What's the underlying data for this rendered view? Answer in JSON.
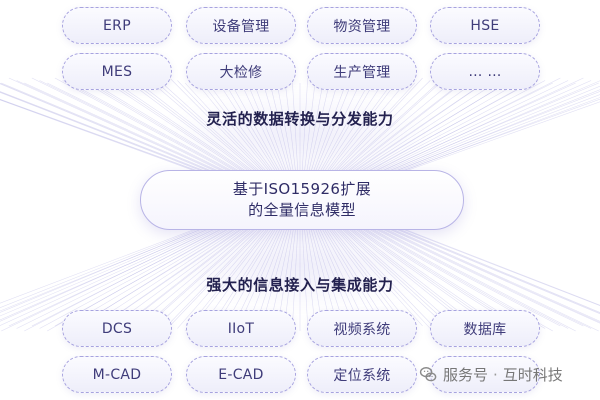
{
  "diagram": {
    "top_nodes": [
      "ERP",
      "设备管理",
      "物资管理",
      "HSE",
      "MES",
      "大检修",
      "生产管理",
      "… …"
    ],
    "top_label": "灵活的数据转换与分发能力",
    "center": {
      "line1": "基于ISO15926扩展",
      "line2": "的全量信息模型"
    },
    "bottom_label": "强大的信息接入与集成能力",
    "bottom_nodes": [
      "DCS",
      "IIoT",
      "视频系统",
      "数据库",
      "M-CAD",
      "E-CAD",
      "定位系统",
      ""
    ]
  },
  "watermark": {
    "icon": "wechat-icon",
    "service_text": "服务号",
    "separator": "·",
    "brand_text": "互时科技"
  },
  "colors": {
    "background": "#ffffff",
    "node_border": "#a7a3df",
    "node_text": "#3f3c7a",
    "fan_lines": "#6f68c9",
    "label_text": "#23214f"
  }
}
